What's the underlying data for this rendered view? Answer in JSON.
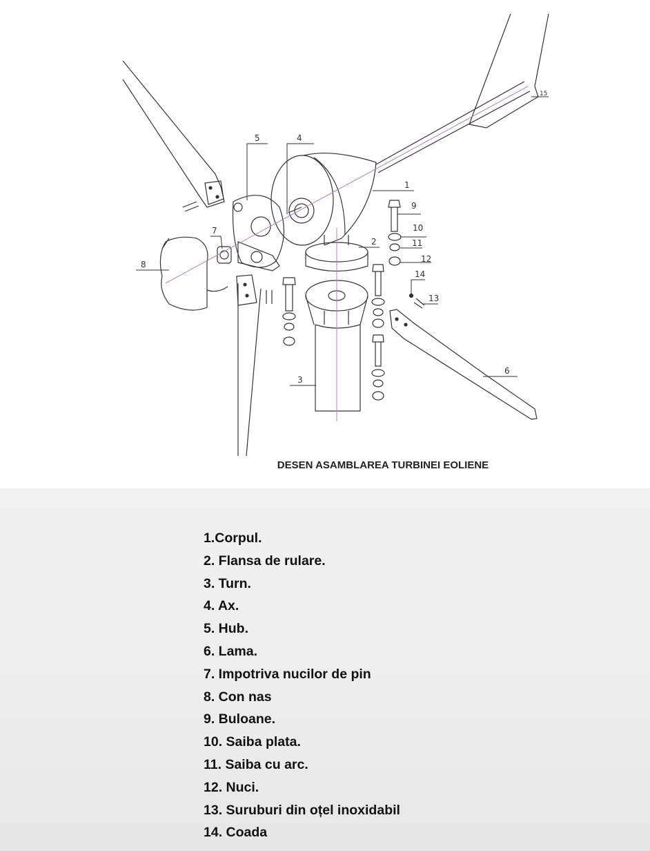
{
  "diagram": {
    "caption": "DESEN ASAMBLAREA TURBINEI EOLIENE",
    "callouts": [
      "1",
      "2",
      "3",
      "4",
      "5",
      "6",
      "7",
      "8",
      "9",
      "10",
      "11",
      "12",
      "13",
      "14",
      "15"
    ]
  },
  "legend": {
    "items": [
      "1.Corpul.",
      "2. Flansa de rulare.",
      "3. Turn.",
      "4. Ax.",
      "5. Hub.",
      "6. Lama.",
      "7. Impotriva nucilor de pin",
      "8. Con nas",
      "9. Buloane.",
      "10. Saiba plata.",
      "11. Saiba cu arc.",
      "12. Nuci.",
      "13. Suruburi din oțel inoxidabil",
      "14. Coada"
    ]
  },
  "colors": {
    "line": "#333333",
    "axis": "#b080c0",
    "background": "#ffffff",
    "legend_bg": "#efefef"
  }
}
